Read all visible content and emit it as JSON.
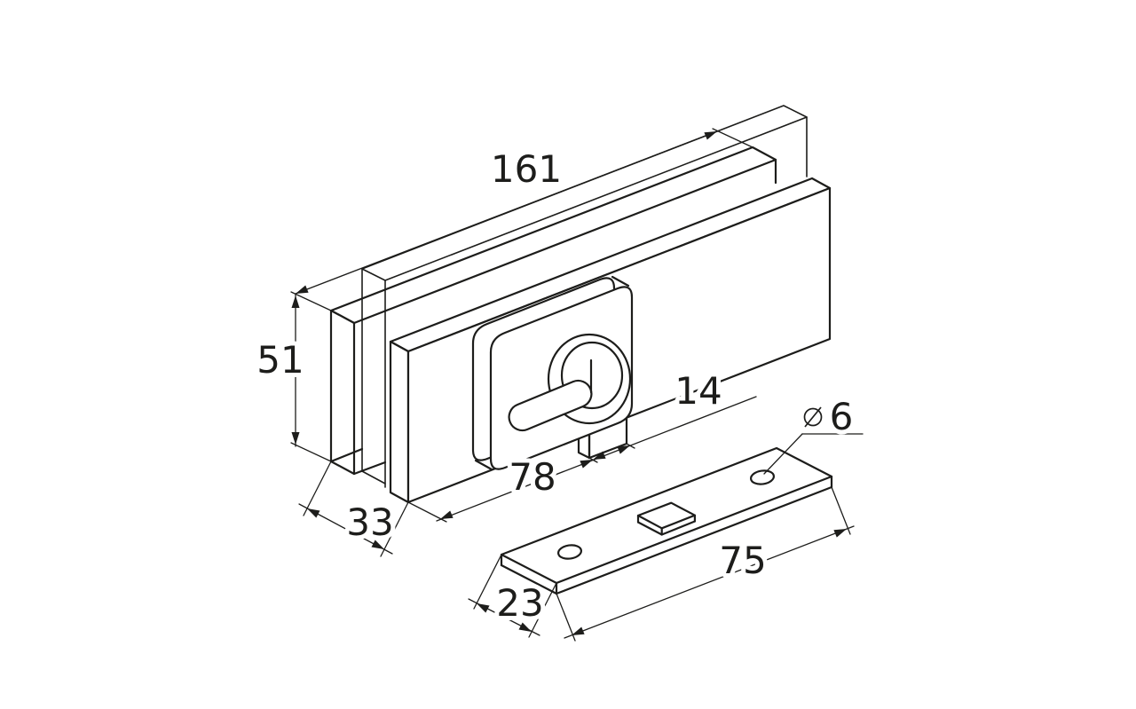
{
  "drawing": {
    "type": "technical-dimension-drawing",
    "subject": "glass-door patch lock fitting with strike plate",
    "colors": {
      "line": "#1d1d1b",
      "background": "#ffffff"
    },
    "dims": {
      "length": "161",
      "height": "51",
      "thickness": "33",
      "lock_position": "78",
      "latch_width": "14",
      "plate_width": "23",
      "plate_length": "75",
      "hole_diameter": "6"
    }
  }
}
